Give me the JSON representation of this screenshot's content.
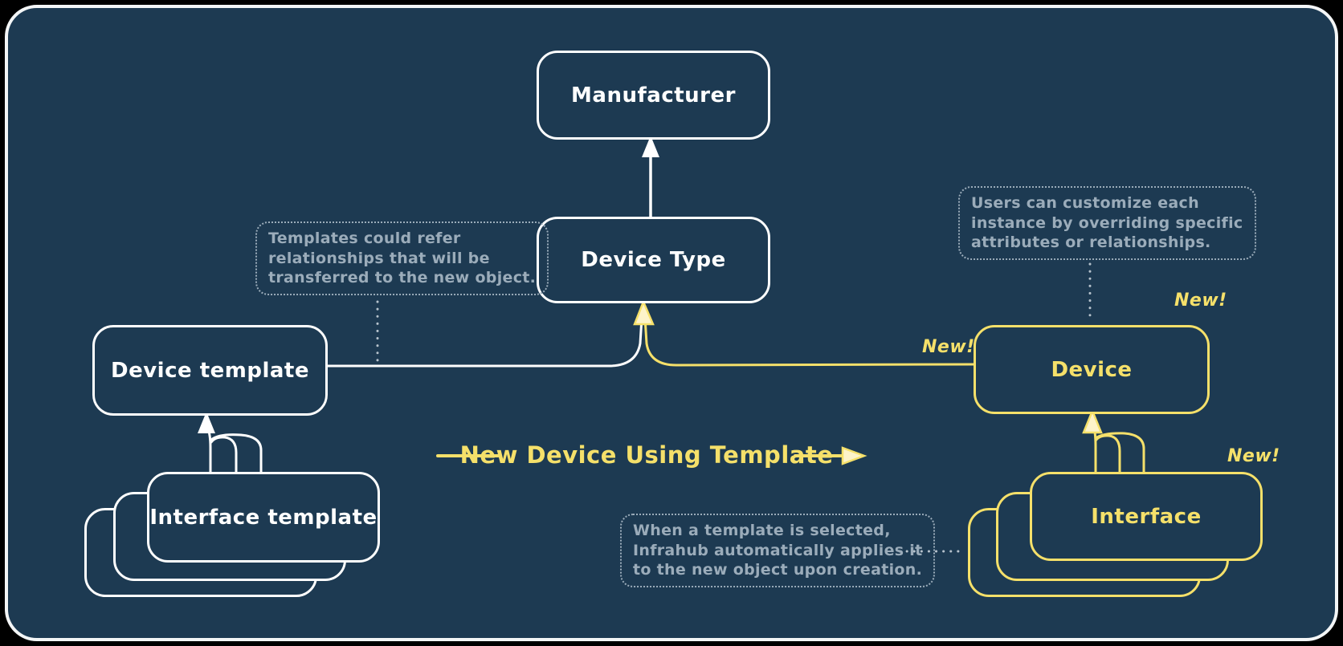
{
  "colors": {
    "background": "#1d3a52",
    "outline_white": "#ffffff",
    "accent_yellow": "#f5e06a",
    "note_gray": "#9bacba"
  },
  "nodes": {
    "manufacturer": {
      "label": "Manufacturer"
    },
    "device_type": {
      "label": "Device Type"
    },
    "device_template": {
      "label": "Device template"
    },
    "interface_template": {
      "label": "Interface template"
    },
    "device": {
      "label": "Device",
      "badge": "New!"
    },
    "interface": {
      "label": "Interface",
      "badge": "New!"
    }
  },
  "annotations": {
    "templates_note": {
      "lines": [
        "Templates could refer",
        "relationships that will be",
        "transferred to the new object."
      ]
    },
    "customize_note": {
      "lines": [
        "Users can customize each",
        "instance by overriding specific",
        "attributes or relationships."
      ]
    },
    "apply_note": {
      "lines": [
        "When a template is selected,",
        "Infrahub automatically applies it",
        "to the new object upon creation."
      ]
    }
  },
  "flow": {
    "label": "New Device Using Template",
    "new_badge": "New!"
  }
}
